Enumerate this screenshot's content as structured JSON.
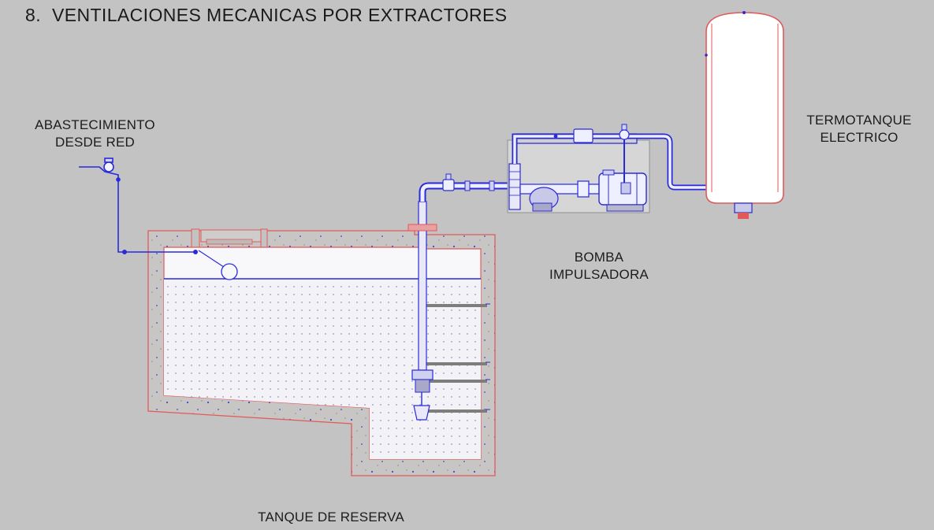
{
  "title": {
    "number": "8.",
    "text": "VENTILACIONES MECANICAS POR EXTRACTORES"
  },
  "labels": {
    "supply": {
      "line1": "ABASTECIMIENTO",
      "line2": "DESDE RED"
    },
    "heater": {
      "line1": "TERMOTANQUE",
      "line2": "ELECTRICO"
    },
    "pump": {
      "line1": "BOMBA",
      "line2": "IMPULSADORA"
    },
    "tank": {
      "line1": "TANQUE DE RESERVA"
    }
  },
  "colors": {
    "background": "#c3c3c3",
    "pipe": "#2a2ad8",
    "outline": "#e05a5a",
    "concrete": "#c8c6c4",
    "water": "#f3f2f7"
  }
}
